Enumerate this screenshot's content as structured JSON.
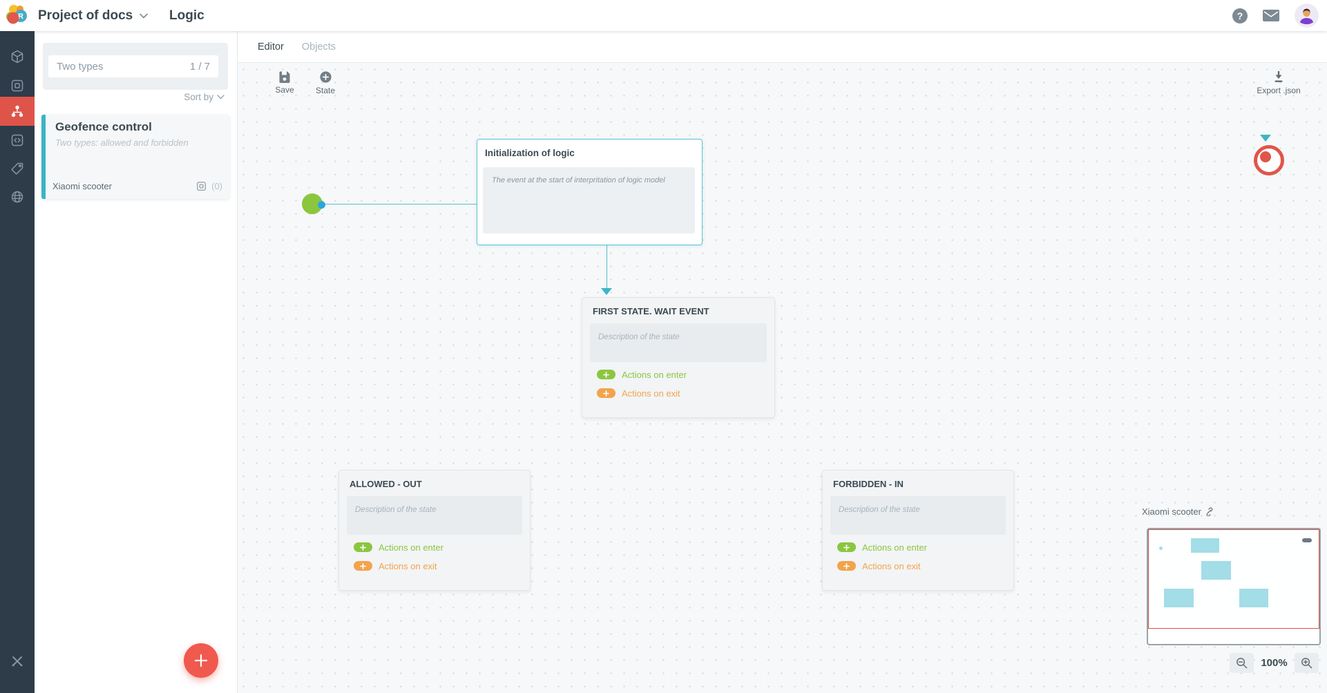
{
  "topbar": {
    "project_selector": "Project of docs",
    "page_title": "Logic"
  },
  "left_panel": {
    "search_value": "Two types",
    "search_counter": "1 / 7",
    "sort_by_label": "Sort by",
    "logic_card": {
      "title": "Geofence control",
      "subtitle": "Two types: allowed and forbidden",
      "bound_object": "Xiaomi scooter",
      "object_count": "(0)"
    }
  },
  "tabs": {
    "editor": "Editor",
    "objects": "Objects"
  },
  "toolbar": {
    "save": "Save",
    "state": "State",
    "export_json": "Export .json"
  },
  "nodes": {
    "init": {
      "title": "Initialization of logic",
      "description": "The event at the start of interpritation of logic model"
    },
    "first_state": {
      "title": "FIRST STATE. WAIT EVENT"
    },
    "allowed": {
      "title": "ALLOWED - OUT"
    },
    "forbidden": {
      "title": "FORBIDDEN - IN"
    },
    "description_placeholder": "Description of the state",
    "actions_on_enter": "Actions on enter",
    "actions_on_exit": "Actions on exit"
  },
  "minimap": {
    "object_label": "Xiaomi scooter"
  },
  "zoom_controls": {
    "level": "100%"
  },
  "colors": {
    "accent_teal": "#3db6c6",
    "green": "#8cc63f",
    "orange": "#f2a44c",
    "target_red": "#e0554a",
    "sidebar_bg": "#2e3c4a",
    "sidebar_active": "#df5449",
    "fab_red": "#f0594e"
  },
  "icons": [
    "rightech-logo",
    "chevron-down",
    "help",
    "mail",
    "avatar",
    "cube",
    "objects",
    "logic-tree",
    "code",
    "tag",
    "globe",
    "tools",
    "save-floppy",
    "add-state",
    "export-download",
    "link",
    "zoom-out",
    "zoom-in",
    "plus"
  ]
}
